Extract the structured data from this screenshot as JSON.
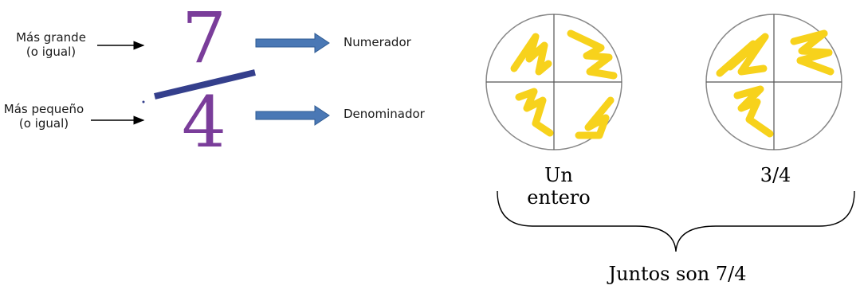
{
  "fraction": {
    "numerator": "7",
    "denominator": "4",
    "digit_color": "#7a3d9a"
  },
  "labels": {
    "top_left_line1": "Más grande",
    "top_left_line2": "(o igual)",
    "bottom_left_line1": "Más pequeño",
    "bottom_left_line2": "(o igual)",
    "numerator_label": "Numerador",
    "denominator_label": "Denominador"
  },
  "circles": {
    "whole_caption": "Un entero",
    "three_quarters_caption": "3/4",
    "together_caption": "Juntos son 7/4"
  },
  "colors": {
    "arrow_blue": "#4a78b5",
    "bar_navy": "#343f8c",
    "scribble_yellow": "#f7d21c"
  }
}
